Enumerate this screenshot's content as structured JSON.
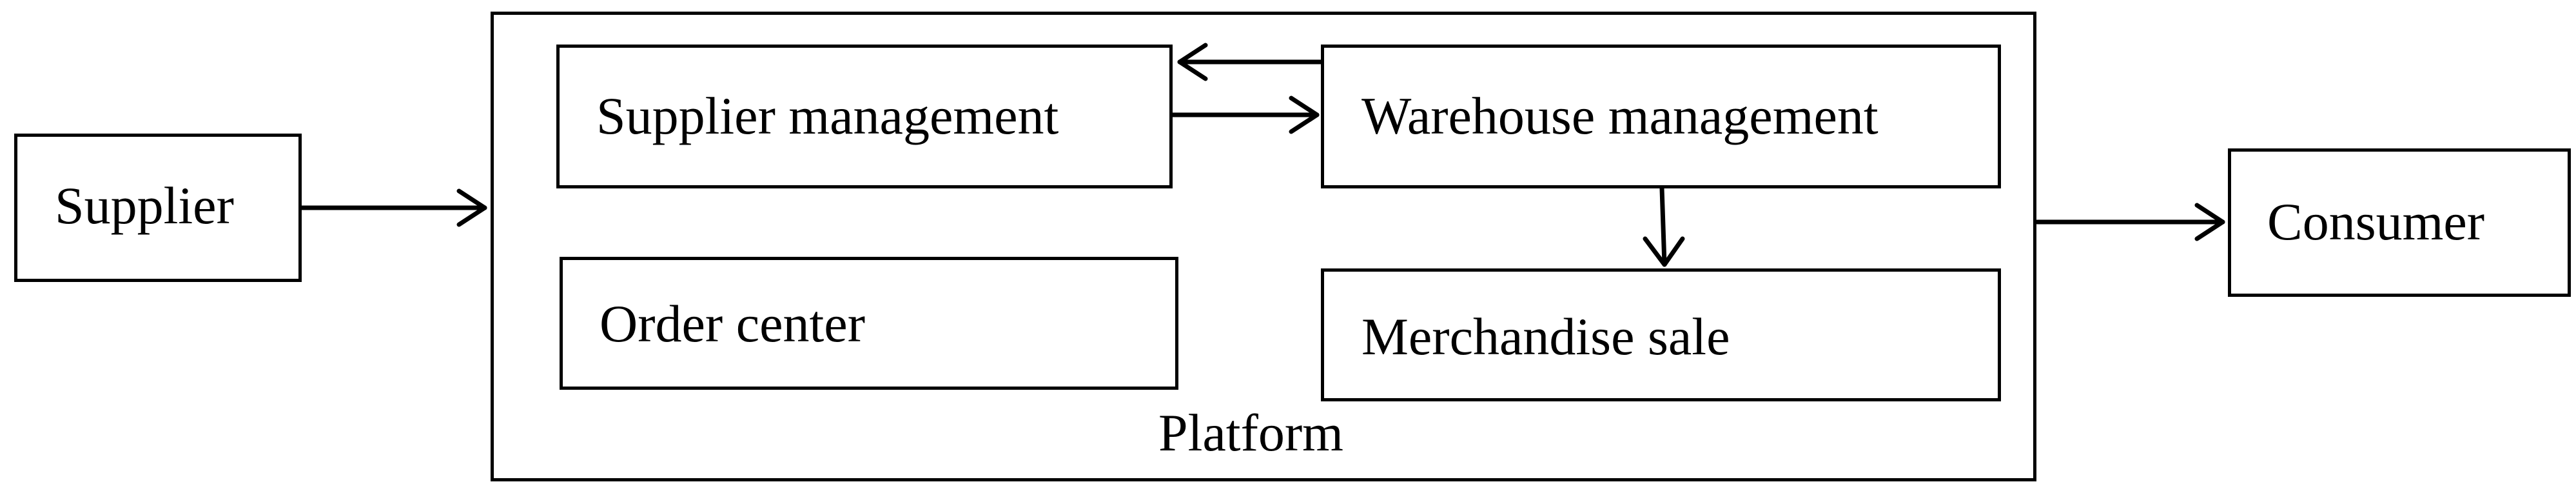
{
  "nodes": {
    "supplier": "Supplier",
    "platform": "Platform",
    "supplier_management": "Supplier management",
    "warehouse_management": "Warehouse management",
    "order_center": "Order center",
    "merchandise_sale": "Merchandise sale",
    "consumer": "Consumer"
  },
  "edges": [
    {
      "from": "supplier",
      "to": "platform"
    },
    {
      "from": "warehouse_management",
      "to": "supplier_management"
    },
    {
      "from": "supplier_management",
      "to": "warehouse_management"
    },
    {
      "from": "warehouse_management",
      "to": "merchandise_sale"
    },
    {
      "from": "platform",
      "to": "consumer"
    }
  ],
  "colors": {
    "stroke": "#000000",
    "fill": "#ffffff"
  }
}
